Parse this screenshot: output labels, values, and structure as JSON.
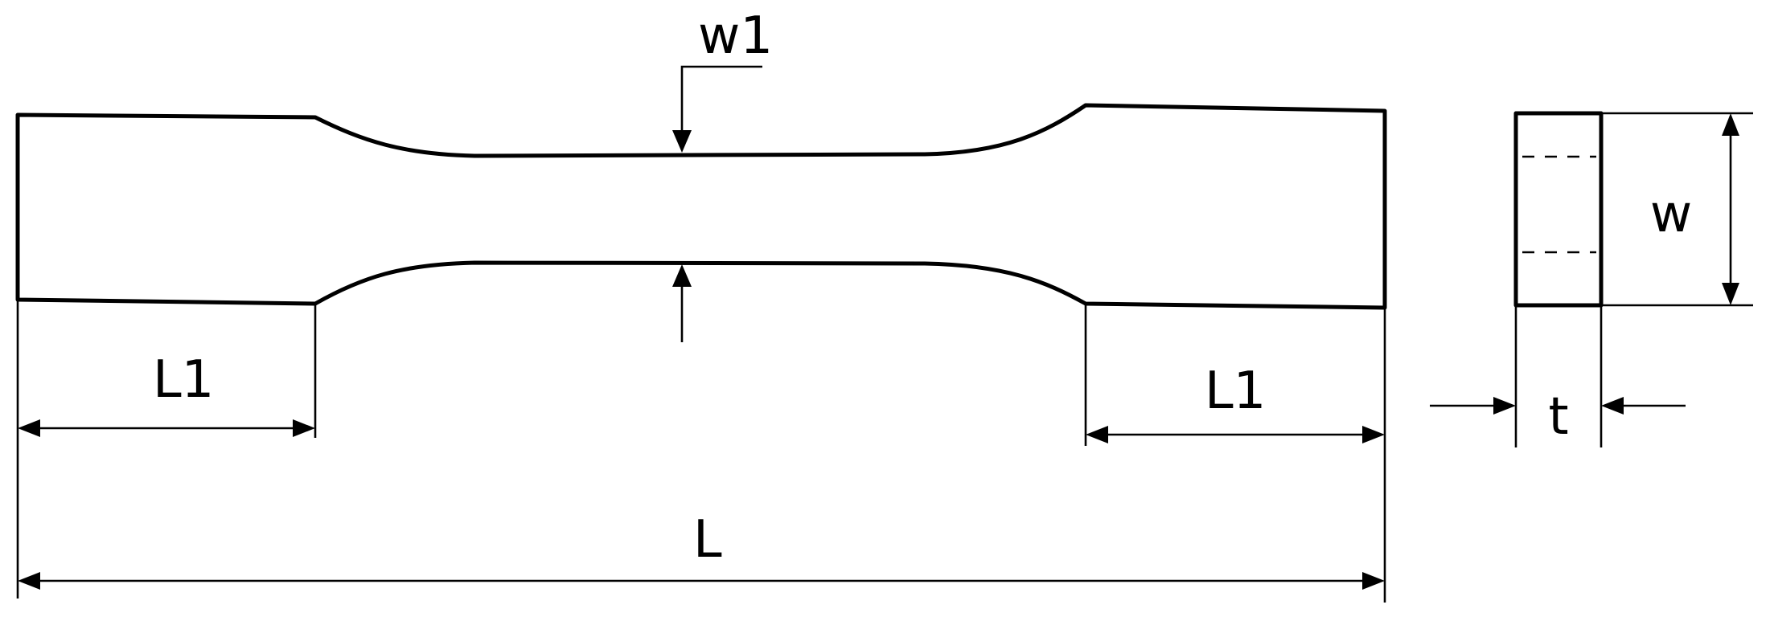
{
  "labels": {
    "neck_width": "w1",
    "grip_length": "L1",
    "total_length": "L",
    "width": "w",
    "thickness": "t"
  },
  "colors": {
    "line": "#000000",
    "background": "#ffffff"
  }
}
